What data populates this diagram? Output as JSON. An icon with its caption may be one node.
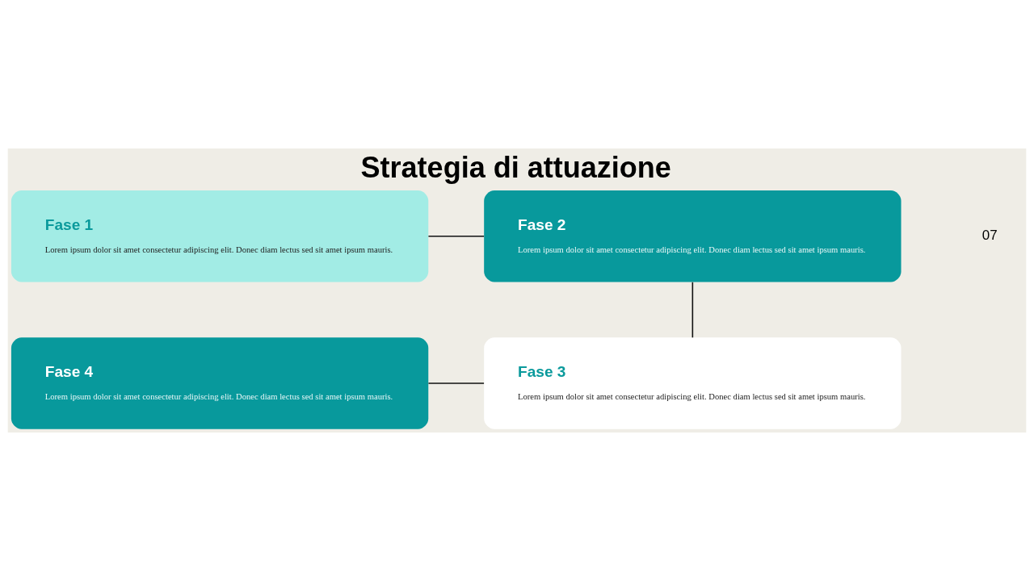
{
  "diagram": {
    "title": "Strategia di attuazione",
    "nodes": [
      {
        "text": [
          "Fase 1",
          "Lorem ipsum dolor sit amet consectetur adipiscing elit. Donec diam lectus sed sit amet ipsum mauris."
        ]
      },
      {
        "text": [
          "Fase 2",
          "Lorem ipsum dolor sit amet consectetur adipiscing elit. Donec diam lectus sed sit amet ipsum mauris."
        ]
      },
      {
        "text": [
          "Fase 4",
          "Lorem ipsum dolor sit amet consectetur adipiscing elit. Donec diam lectus sed sit amet ipsum mauris."
        ]
      },
      {
        "text": [
          "Fase 3",
          "Lorem ipsum dolor sit amet consectetur adipiscing elit. Donec diam lectus sed sit amet ipsum mauris."
        ]
      }
    ],
    "edges": [
      {
        "from": 0,
        "to": 1,
        "arrow": "none"
      },
      {
        "from": 1,
        "to": 3,
        "arrow": "none"
      },
      {
        "from": 3,
        "to": 2,
        "arrow": "none"
      }
    ],
    "labels": [
      "07"
    ]
  }
}
